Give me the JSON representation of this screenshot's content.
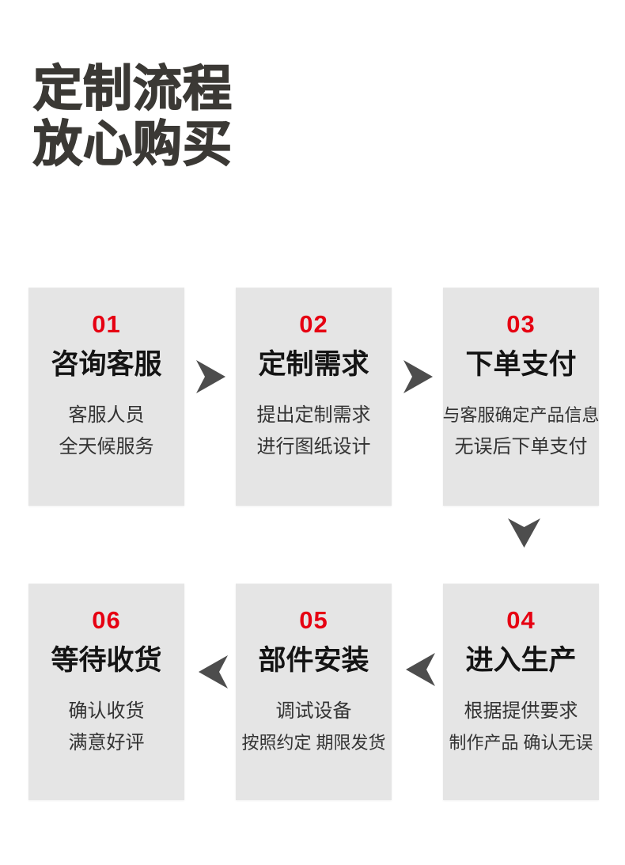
{
  "header": {
    "title_line1": "定制流程",
    "title_line2": "放心购买"
  },
  "colors": {
    "header_text": "#3b3935",
    "card_background": "#e5e5e5",
    "step_number": "#e60012",
    "step_title": "#141414",
    "step_description": "#333333",
    "arrow": "#4d4d4d"
  },
  "steps": [
    {
      "number": "01",
      "title": "咨询客服",
      "desc": [
        "客服人员",
        "全天候服务"
      ]
    },
    {
      "number": "02",
      "title": "定制需求",
      "desc": [
        "提出定制需求",
        "进行图纸设计"
      ]
    },
    {
      "number": "03",
      "title": "下单支付",
      "desc": [
        "与客服确定产品信息",
        "无误后下单支付"
      ]
    },
    {
      "number": "04",
      "title": "进入生产",
      "desc": [
        "根据提供要求",
        "制作产品 确认无误"
      ]
    },
    {
      "number": "05",
      "title": "部件安装",
      "desc": [
        "调试设备",
        "按照约定 期限发货"
      ]
    },
    {
      "number": "06",
      "title": "等待收货",
      "desc": [
        "确认收货",
        "满意好评"
      ]
    }
  ],
  "flow": {
    "row1_order": [
      "01",
      "02",
      "03"
    ],
    "row2_order": [
      "06",
      "05",
      "04"
    ],
    "arrows": [
      "right",
      "right",
      "down",
      "left",
      "left"
    ]
  }
}
